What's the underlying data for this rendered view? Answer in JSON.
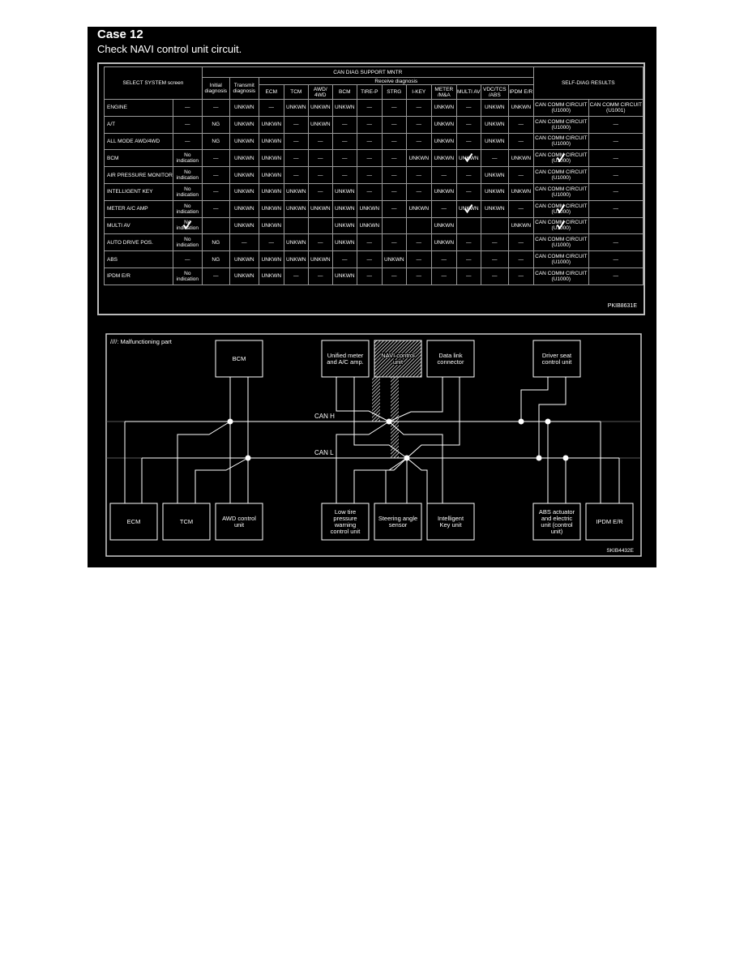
{
  "case": {
    "title": "Case 12",
    "subtitle": "Check NAVI control unit circuit."
  },
  "table": {
    "header": {
      "select_system": "SELECT SYSTEM screen",
      "can_diag": "CAN DIAG SUPPORT MNTR",
      "initial": "Initial diagnosis",
      "transmit": "Transmit diagnosis",
      "receive": "Receive diagnosis",
      "receive_cols": [
        "ECM",
        "TCM",
        "AWD/ 4WD",
        "BCM",
        "TIRE-P",
        "STRG",
        "I-KEY",
        "METER /M&A",
        "MULTI AV",
        "VDC/TCS /ABS",
        "IPDM E/R"
      ],
      "self_diag": "SELF-DIAG RESULTS"
    },
    "rows": [
      {
        "name": "ENGINE",
        "cells": [
          "—",
          "—",
          "UNKWN",
          "—",
          "UNKWN",
          "UNKWN",
          "UNKWN",
          "—",
          "—",
          "—",
          "UNKWN",
          "—",
          "UNKWN",
          "UNKWN",
          "CAN COMM CIRCUIT (U1000)",
          "CAN COMM CIRCUIT (U1001)"
        ]
      },
      {
        "name": "A/T",
        "cells": [
          "—",
          "NG",
          "UNKWN",
          "UNKWN",
          "—",
          "UNKWN",
          "—",
          "—",
          "—",
          "—",
          "UNKWN",
          "—",
          "UNKWN",
          "—",
          "CAN COMM CIRCUIT (U1000)",
          "—"
        ]
      },
      {
        "name": "ALL MODE AWD/4WD",
        "cells": [
          "—",
          "NG",
          "UNKWN",
          "UNKWN",
          "—",
          "—",
          "—",
          "—",
          "—",
          "—",
          "UNKWN",
          "—",
          "UNKWN",
          "—",
          "CAN COMM CIRCUIT (U1000)",
          "—"
        ]
      },
      {
        "name": "BCM",
        "cells": [
          "No indication",
          "—",
          "UNKWN",
          "UNKWN",
          "—",
          "—",
          "—",
          "—",
          "—",
          "UNKWN",
          "UNKWN",
          "UNKWN",
          "—",
          "UNKWN",
          "CAN COMM CIRCUIT (U1000)",
          "—"
        ],
        "checked": [
          11,
          14
        ]
      },
      {
        "name": "AIR PRESSURE MONITOR",
        "cells": [
          "No indication",
          "—",
          "UNKWN",
          "UNKWN",
          "—",
          "—",
          "—",
          "—",
          "—",
          "—",
          "—",
          "—",
          "UNKWN",
          "—",
          "CAN COMM CIRCUIT (U1000)",
          "—"
        ]
      },
      {
        "name": "INTELLIGENT KEY",
        "cells": [
          "No indication",
          "—",
          "UNKWN",
          "UNKWN",
          "UNKWN",
          "—",
          "UNKWN",
          "—",
          "—",
          "—",
          "UNKWN",
          "—",
          "UNKWN",
          "UNKWN",
          "CAN COMM CIRCUIT (U1000)",
          "—"
        ]
      },
      {
        "name": "METER A/C AMP",
        "cells": [
          "No indication",
          "—",
          "UNKWN",
          "UNKWN",
          "UNKWN",
          "UNKWN",
          "UNKWN",
          "UNKWN",
          "—",
          "UNKWN",
          "—",
          "UNKWN",
          "UNKWN",
          "—",
          "CAN COMM CIRCUIT (U1000)",
          "—"
        ],
        "checked": [
          11,
          14
        ]
      },
      {
        "name": "MULTI AV",
        "cells": [
          "No indication",
          "",
          "UNKWN",
          "UNKWN",
          "",
          "",
          "UNKWN",
          "UNKWN",
          "",
          "",
          "UNKWN",
          "",
          "",
          "UNKWN",
          "CAN COMM CIRCUIT (U1000)",
          ""
        ],
        "checked": [
          0,
          14
        ]
      },
      {
        "name": "AUTO DRIVE POS.",
        "cells": [
          "No indication",
          "NG",
          "—",
          "—",
          "UNKWN",
          "—",
          "UNKWN",
          "—",
          "—",
          "—",
          "UNKWN",
          "—",
          "—",
          "—",
          "CAN COMM CIRCUIT (U1000)",
          "—"
        ]
      },
      {
        "name": "ABS",
        "cells": [
          "—",
          "NG",
          "UNKWN",
          "UNKWN",
          "UNKWN",
          "UNKWN",
          "—",
          "—",
          "UNKWN",
          "—",
          "—",
          "—",
          "—",
          "—",
          "CAN COMM CIRCUIT (U1000)",
          "—"
        ]
      },
      {
        "name": "IPDM E/R",
        "cells": [
          "No indication",
          "—",
          "UNKWN",
          "UNKWN",
          "—",
          "—",
          "UNKWN",
          "—",
          "—",
          "—",
          "—",
          "—",
          "—",
          "—",
          "CAN COMM CIRCUIT (U1000)",
          "—"
        ]
      }
    ],
    "figure_code": "PKIB8631E"
  },
  "diagram": {
    "legend": "////: Malfunctioning part",
    "can_h": "CAN H",
    "can_l": "CAN L",
    "units_top": [
      "BCM",
      "Unified meter and A/C amp.",
      "NAVI control unit",
      "Data link connector",
      "Driver seat control unit"
    ],
    "units_bottom": [
      "ECM",
      "TCM",
      "AWD control unit",
      "Low tire pressure warning control unit",
      "Steering angle sensor",
      "Intelligent Key unit",
      "ABS actuator and electric unit (control unit)",
      "IPDM E/R"
    ],
    "malfunctioning": "NAVI control unit",
    "figure_code": "SKIB4432E"
  },
  "colors": {
    "panel": "#000000",
    "line": "#ffffff",
    "grid": "#999999"
  }
}
